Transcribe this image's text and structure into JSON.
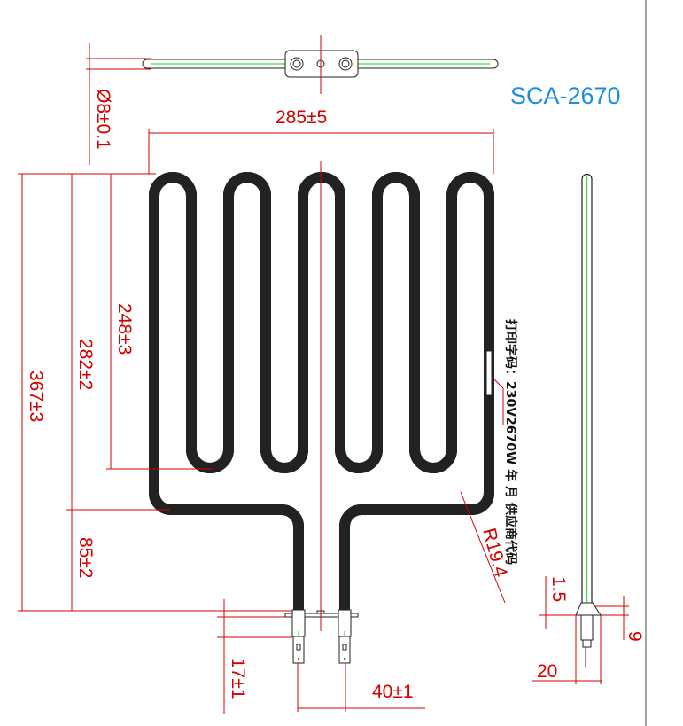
{
  "title": "SCA-2670",
  "dimensions": {
    "tube_diameter": "Ø8±0.1",
    "width": "285±5",
    "total_height": "367±3",
    "element_height": "282±2",
    "inner_loop_height": "248±3",
    "leg_height": "85±2",
    "terminal_length": "17±1",
    "terminal_spacing": "40±1",
    "bend_radius": "R19.4",
    "side_flange": "1.5",
    "side_width": "20",
    "side_height": "9"
  },
  "note": "打印字码：230V2670W 年 月 供应商代码",
  "colors": {
    "dimension": "#d40000",
    "title": "#1a8fe0",
    "core": "#3ddc3d"
  }
}
